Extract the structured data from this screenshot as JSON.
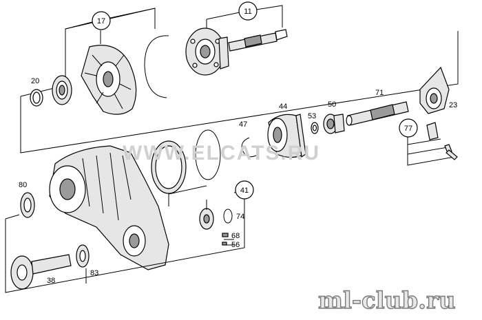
{
  "watermark": "WWW.ELCATS.RU",
  "logo_text": "ml-club.ru",
  "callouts": {
    "c17": "17",
    "c11": "11",
    "c41": "41",
    "c77": "77"
  },
  "labels": {
    "p20": "20",
    "p44": "44",
    "p53": "53",
    "p50": "50",
    "p71": "71",
    "p23": "23",
    "p47": "47",
    "p80": "80",
    "p74": "74",
    "p68": "68",
    "p56": "56",
    "p38": "38",
    "p83": "83"
  }
}
